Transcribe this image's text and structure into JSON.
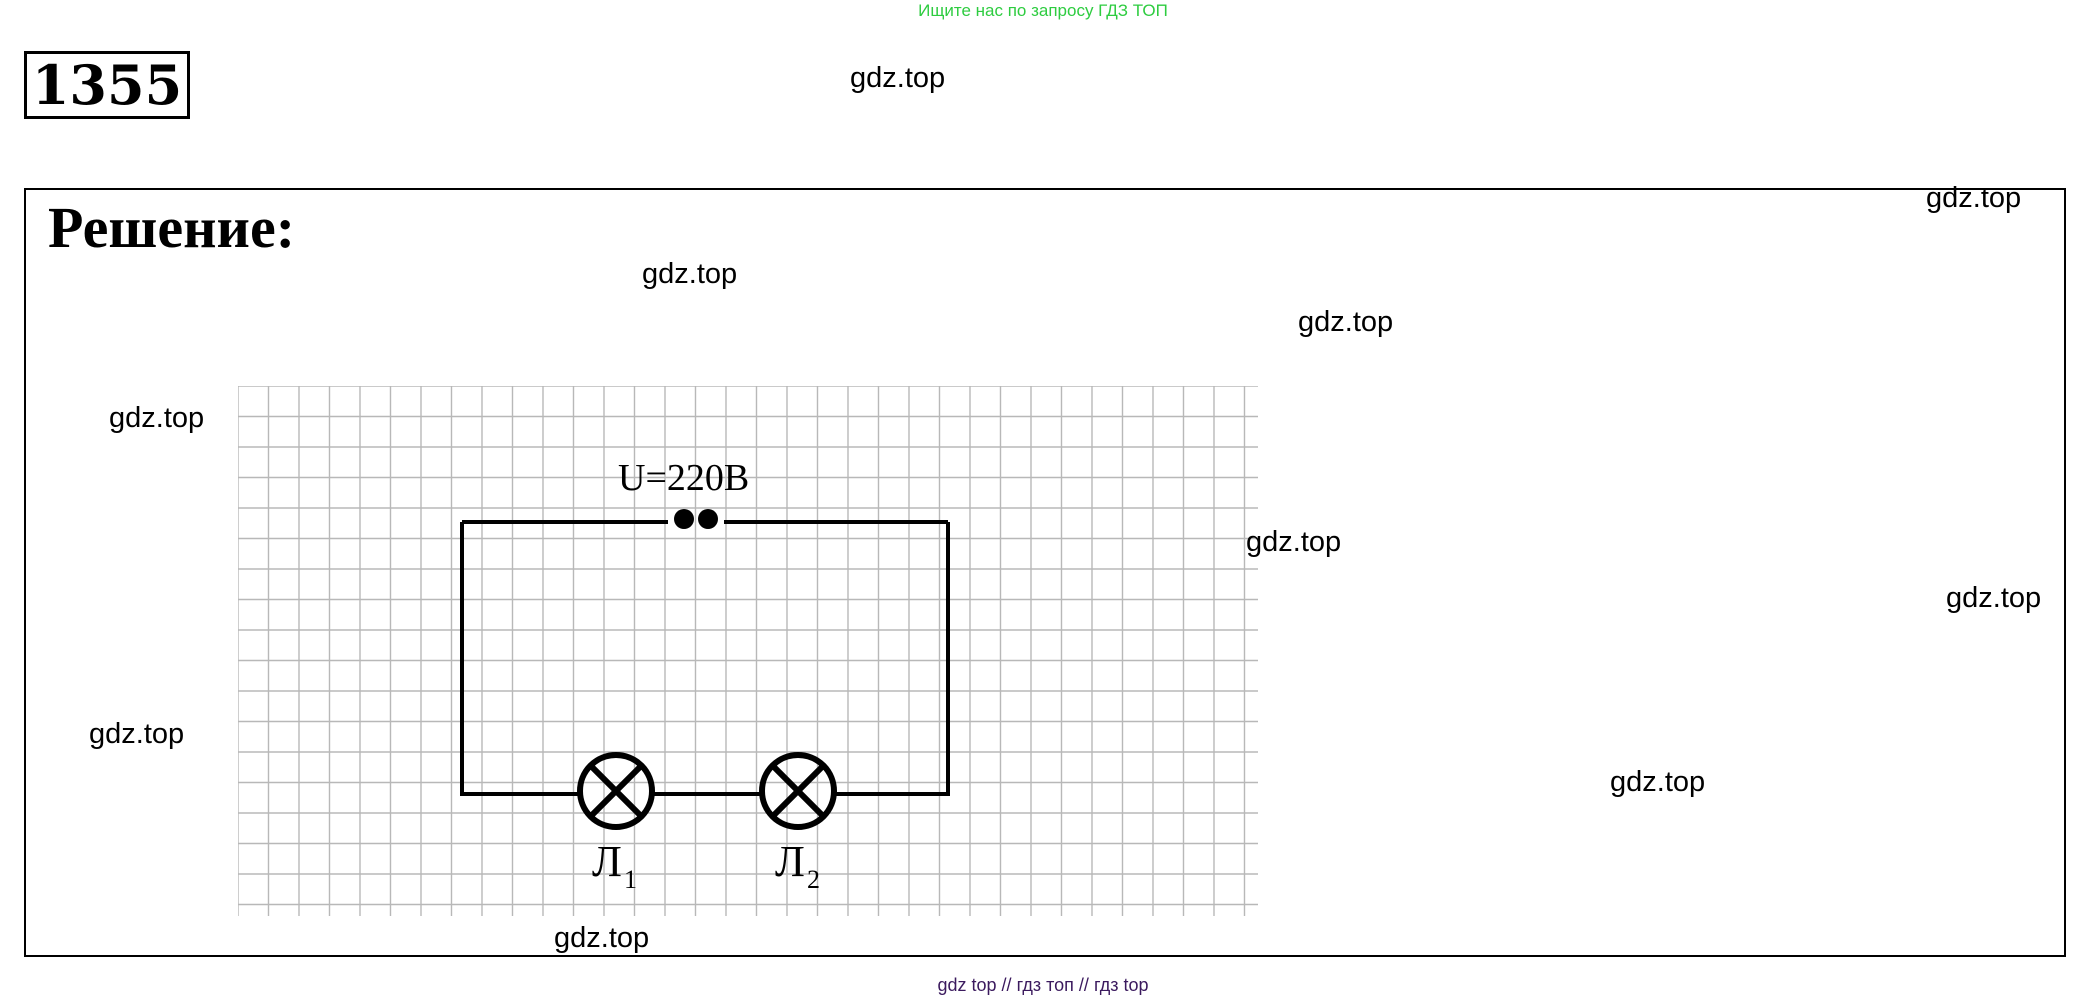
{
  "header": {
    "hint": "Ищите нас по запросу ГДЗ ТОП",
    "task_number": "1355"
  },
  "solution": {
    "title": "Решение:"
  },
  "circuit": {
    "voltage_label": "U=220В",
    "lamp1_label": "Л",
    "lamp1_sub": "1",
    "lamp2_label": "Л",
    "lamp2_sub": "2"
  },
  "watermarks": [
    "gdz.top",
    "gdz.top",
    "gdz.top",
    "gdz.top",
    "gdz.top",
    "gdz.top",
    "gdz.top",
    "gdz.top",
    "gdz.top",
    "gdz.top"
  ],
  "footer": {
    "links": [
      "gdz top",
      "гдз топ",
      "гдз top"
    ],
    "separator": "//"
  }
}
